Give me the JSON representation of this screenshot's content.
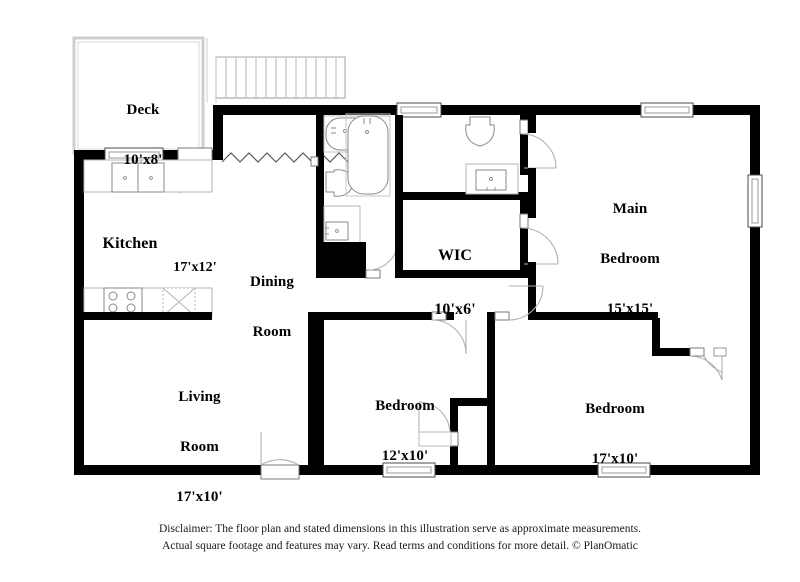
{
  "document": {
    "type": "residential-floor-plan",
    "provider": "PlanOmatic",
    "background_color": "#ffffff",
    "wall_color": "#000000",
    "fixture_line_color": "#9a9a9a",
    "deck_outline_color": "#cfcfcf"
  },
  "rooms": [
    {
      "key": "deck",
      "name": "Deck",
      "dimensions": "10'x8'",
      "label_lines": [
        "Deck",
        "10'x8'"
      ]
    },
    {
      "key": "kitchen",
      "name": "Kitchen",
      "dimensions": "17'x12'",
      "label_lines": [
        "Kitchen",
        "17'x12'"
      ]
    },
    {
      "key": "dining",
      "name": "Dining Room",
      "dimensions": "",
      "label_lines": [
        "Dining",
        "Room"
      ]
    },
    {
      "key": "wic",
      "name": "WIC",
      "dimensions": "10'x6'",
      "label_lines": [
        "WIC",
        "10'x6'"
      ]
    },
    {
      "key": "main_bedroom",
      "name": "Main Bedroom",
      "dimensions": "15'x15'",
      "label_lines": [
        "Main",
        "Bedroom",
        "15'x15'"
      ]
    },
    {
      "key": "living",
      "name": "Living Room",
      "dimensions": "17'x10'",
      "label_lines": [
        "Living",
        "Room",
        "17'x10'"
      ]
    },
    {
      "key": "bedroom2",
      "name": "Bedroom",
      "dimensions": "12'x10'",
      "label_lines": [
        "Bedroom",
        "12'x10'"
      ]
    },
    {
      "key": "bedroom3",
      "name": "Bedroom",
      "dimensions": "17'x10'",
      "label_lines": [
        "Bedroom",
        "17'x10'"
      ]
    }
  ],
  "labels": {
    "deck_name": "Deck",
    "deck_dim": "10'x8'",
    "kitchen_name": "Kitchen",
    "kitchen_dim": "17'x12'",
    "dining_line1": "Dining",
    "dining_line2": "Room",
    "wic_name": "WIC",
    "wic_dim": "10'x6'",
    "main_line1": "Main",
    "main_line2": "Bedroom",
    "main_dim": "15'x15'",
    "living_line1": "Living",
    "living_line2": "Room",
    "living_dim": "17'x10'",
    "bed2_name": "Bedroom",
    "bed2_dim": "12'x10'",
    "bed3_name": "Bedroom",
    "bed3_dim": "17'x10'"
  },
  "disclaimer": {
    "line1": "Disclaimer: The floor plan and stated dimensions in this illustration serve as approximate measurements.",
    "line2": "Actual square footage and features may vary. Read terms and conditions for more detail. © PlanOmatic"
  },
  "fixtures": [
    {
      "name": "kitchen-sink-icon",
      "room": "kitchen"
    },
    {
      "name": "kitchen-range-icon",
      "room": "kitchen"
    },
    {
      "name": "kitchen-dishwasher-icon",
      "room": "kitchen"
    },
    {
      "name": "bathtub-icon",
      "room": "hall-bath"
    },
    {
      "name": "toilet-icon",
      "room": "hall-bath"
    },
    {
      "name": "vanity-sink-icon",
      "room": "hall-bath"
    },
    {
      "name": "shower-tub-icon",
      "room": "master-bath"
    },
    {
      "name": "toilet-icon",
      "room": "master-bath"
    },
    {
      "name": "vanity-sink-icon",
      "room": "master-bath"
    },
    {
      "name": "stair-run-icon",
      "room": "deck"
    }
  ],
  "openings": {
    "windows": 7,
    "doors": 9
  }
}
